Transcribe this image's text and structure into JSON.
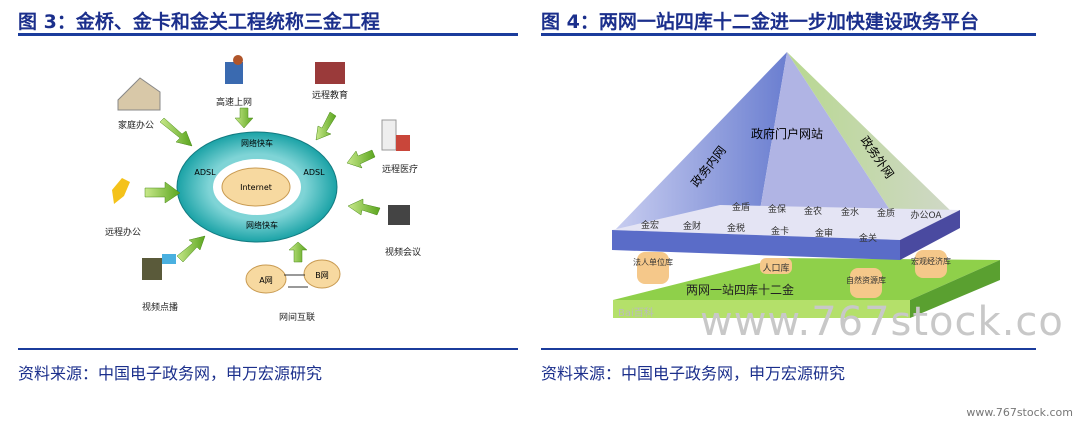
{
  "left": {
    "title": "图 3：金桥、金卡和金关工程统称三金工程",
    "source": "资料来源：中国电子政务网，申万宏源研究",
    "diagram": {
      "center": "Internet",
      "ring_top": "网络快车",
      "ring_bottom": "网络快车",
      "ring_left": "ADSL",
      "ring_right": "ADSL",
      "nodes": [
        "家庭办公",
        "高速上网",
        "远程教育",
        "远程医疗",
        "远程办公",
        "视频会议",
        "视频点播",
        "网间互联"
      ],
      "net_a": "A网",
      "net_b": "B网"
    }
  },
  "right": {
    "title": "图 4：两网一站四库十二金进一步加快建设政务平台",
    "source": "资料来源：中国电子政务网，申万宏源研究",
    "diagram": {
      "face_left": "政务内网",
      "face_center": "政府门户网站",
      "face_right": "政务外网",
      "back_row": [
        "金盾",
        "金保",
        "金农",
        "金水",
        "金质",
        "办公OA"
      ],
      "front_row": [
        "金宏",
        "金财",
        "金税",
        "金卡",
        "金审",
        "金关"
      ],
      "pillars": [
        "法人单位库",
        "人口库",
        "自然资源库",
        "宏观经济库"
      ],
      "base": "两网一站四库十二金",
      "logo": "Bai百科"
    }
  },
  "watermark": "www.767stock.co",
  "footer_url": "www.767stock.com"
}
